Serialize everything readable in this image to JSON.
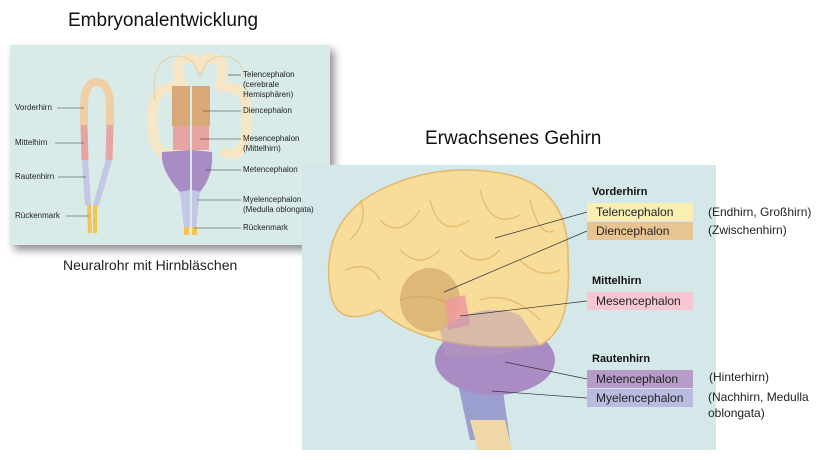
{
  "embryo": {
    "title": "Embryonalentwicklung",
    "caption": "Neuralrohr mit Hirnbläschen",
    "left_labels": [
      "Vorderhirn",
      "Mittelhirn",
      "Rautenhirn",
      "Rückenmark"
    ],
    "right_labels": {
      "telencephalon": [
        "Telencephalon",
        "(cerebrale",
        "Hemisphären)"
      ],
      "diencephalon": "Diencephalon",
      "mesencephalon": [
        "Mesencephalon",
        "(Mittelhirn)"
      ],
      "metencephalon": "Metencephalon",
      "myelencephalon": [
        "Myelencephalon",
        "(Medulla oblongata)"
      ],
      "rueckenmark": "Rückenmark"
    }
  },
  "adult": {
    "title": "Erwachsenes Gehirn",
    "groups": [
      {
        "header": "Vorderhirn",
        "items": [
          {
            "label": "Telencephalon",
            "note": "(Endhirn, Großhirn)",
            "color": "#fbeeb3"
          },
          {
            "label": "Diencephalon",
            "note": "(Zwischenhirn)",
            "color": "#e9c493"
          }
        ]
      },
      {
        "header": "Mittelhirn",
        "items": [
          {
            "label": "Mesencephalon",
            "note": "",
            "color": "#f6c7d1"
          }
        ]
      },
      {
        "header": "Rautenhirn",
        "items": [
          {
            "label": "Metencephalon",
            "note": "(Hinterhirn)",
            "color": "#b79cc9"
          },
          {
            "label": "Myelencephalon",
            "note": "(Nachhirn, Medulla",
            "note2": "oblongata)",
            "color": "#b9bce0"
          }
        ]
      }
    ]
  },
  "colors": {
    "fore": "#f0cfa4",
    "tele": "#f7e6c6",
    "dien": "#d9a877",
    "mes": "#e8a3a3",
    "met": "#a98cc4",
    "myel": "#c3c6e4",
    "cord": "#f2c64e"
  }
}
